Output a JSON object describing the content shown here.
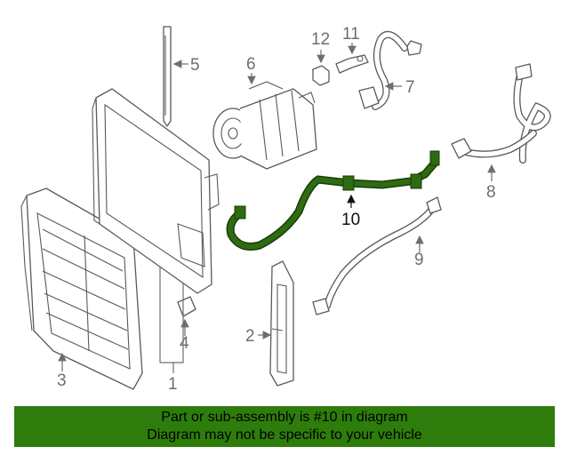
{
  "callouts": {
    "c1": "1",
    "c2": "2",
    "c3": "3",
    "c4": "4",
    "c5": "5",
    "c6": "6",
    "c7": "7",
    "c8": "8",
    "c9": "9",
    "c10": "10",
    "c11": "11",
    "c12": "12"
  },
  "banner": {
    "line1": "Part or sub-assembly is #10 in diagram",
    "line2": "Diagram may not be specific to your vehicle"
  },
  "colors": {
    "highlight": "#2e6b12",
    "banner_bg": "#2e7d0c",
    "line_art": "#5a5a5a"
  }
}
